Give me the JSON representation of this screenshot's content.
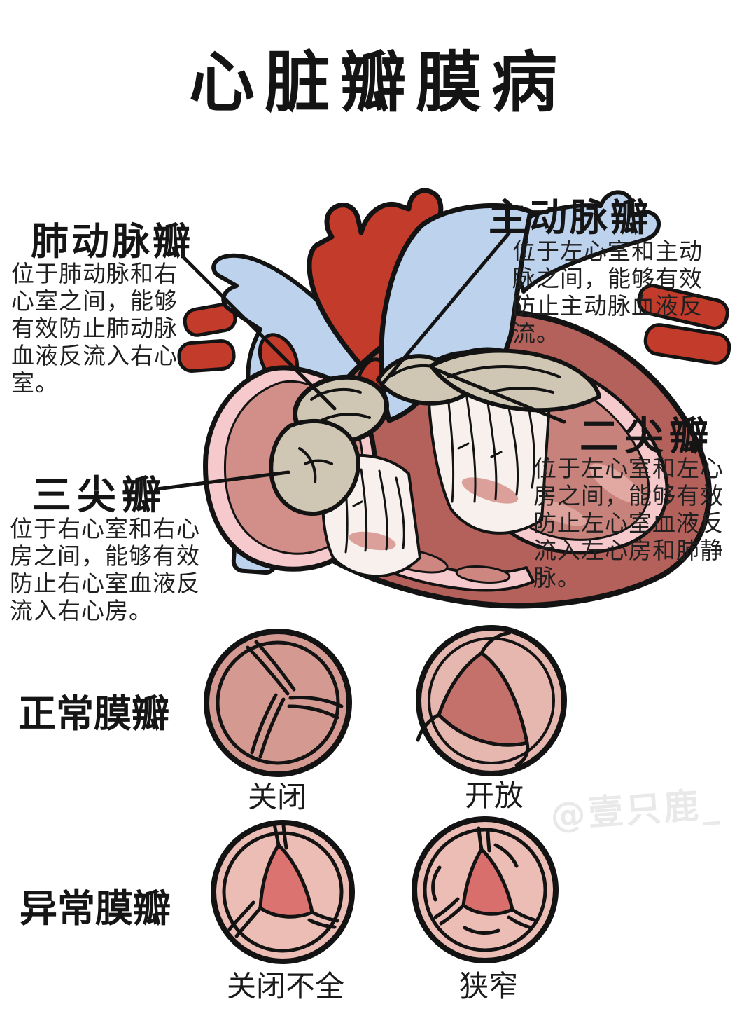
{
  "page": {
    "title": "心脏瓣膜病",
    "watermark": "@壹只鹿_"
  },
  "callouts": {
    "pulmonary": {
      "label": "肺动脉瓣",
      "description": "位于肺动脉和右心室之间，能够有效防止肺动脉血液反流入右心室。"
    },
    "aortic": {
      "label": "主动脉瓣",
      "description": "位于左心室和主动脉之间，能够有效防止主动脉血液反流。"
    },
    "mitral": {
      "label": "二尖瓣",
      "description": "位于左心室和左心房之间，能够有效防止左心室血液反流入左心房和肺静脉。"
    },
    "tricuspid": {
      "label": "三尖瓣",
      "description": "位于右心室和右心房之间，能够有效防止右心室血液反流入右心房。"
    }
  },
  "valve_rows": {
    "normal": {
      "label": "正常膜瓣",
      "items": [
        {
          "caption": "关闭"
        },
        {
          "caption": "开放"
        }
      ]
    },
    "abnormal": {
      "label": "异常膜瓣",
      "items": [
        {
          "caption": "关闭不全"
        },
        {
          "caption": "狭窄"
        }
      ]
    }
  },
  "colors": {
    "artery_red": "#c23b2b",
    "vein_blue": "#bcd2ed",
    "heart_wall": "#b4615c",
    "endocardium_pink": "#f6c9cd",
    "atrium_inner": "#d28f8a",
    "ventricle_inner": "#c8827c",
    "valve_tan": "#cfc6b4",
    "chordae_white": "#f7f0ed",
    "valve_closed_fill": "#d49a92",
    "valve_open_outer": "#e6b7af",
    "valve_open_center": "#c4716c",
    "valve_abnormal_outer": "#ebbdb4",
    "regurgitation_gap": "#db7470",
    "stenosis_gap": "#d96f6c",
    "outline_black": "#131313",
    "watermark_gray": "#e9e9e9"
  }
}
